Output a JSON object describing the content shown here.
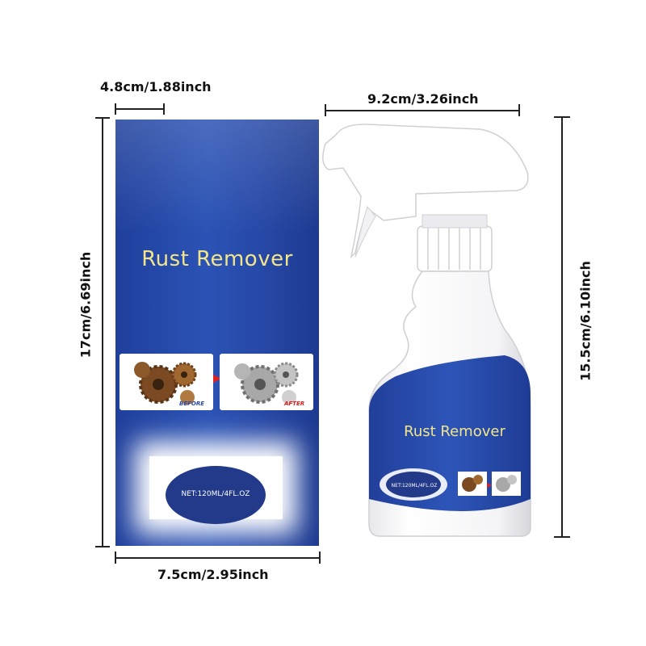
{
  "dimensions": {
    "box_width_top": "4.8cm/1.88inch",
    "box_height": "17cm/6.69inch",
    "box_width_bottom": "7.5cm/2.95inch",
    "bottle_width": "9.2cm/3.26inch",
    "bottle_height": "15.5cm/6.10inch"
  },
  "box": {
    "title": "Rust Remover",
    "before_label": "BEFORE",
    "after_label": "AFTER",
    "net": "NET:120ML/4FL.OZ"
  },
  "bottle": {
    "title": "Rust Remover",
    "net": "NET:120ML/4FL.OZ"
  },
  "colors": {
    "brand_blue": "#2749a8",
    "title_yellow": "#f2e58a",
    "rust": "#8a5a2b",
    "steel": "#9a9a9a",
    "arrow_red": "#e02020"
  }
}
